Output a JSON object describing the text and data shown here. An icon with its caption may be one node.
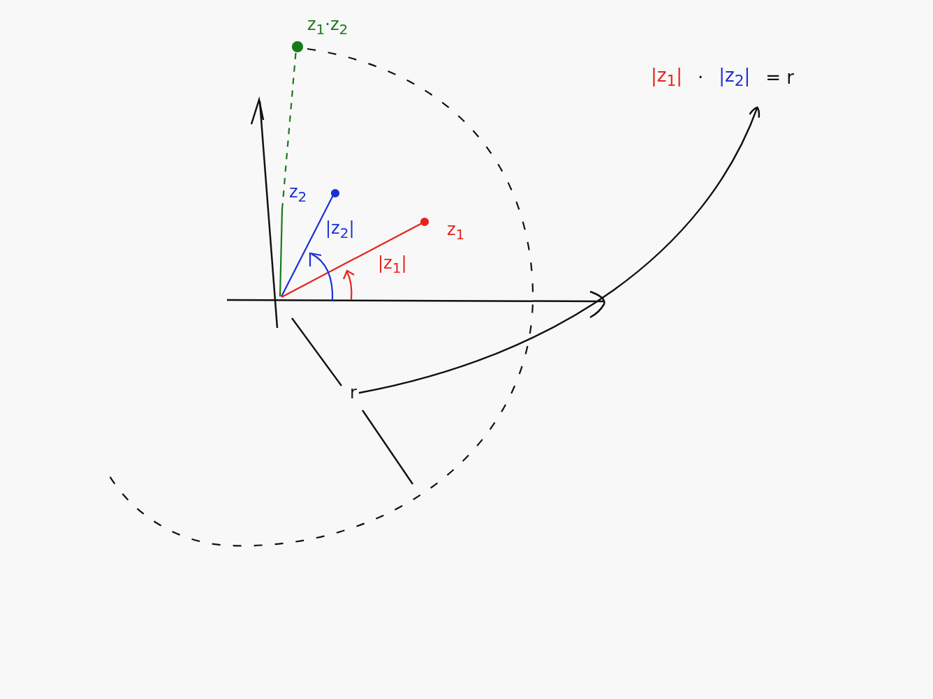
{
  "diagram": {
    "nodes": [
      {
        "text": [
          "|z$_{1}$|",
          "·",
          "|z$_{2}$|",
          "= r"
        ]
      },
      {
        "text": [
          "r"
        ]
      }
    ],
    "edges": [
      {
        "from": 1,
        "to": 0,
        "arrow": "to"
      }
    ],
    "labels": [
      "z$_{1}$·z$_{2}$",
      "z$_{2}$",
      "|z$_{2}$|",
      "z$_{1}$",
      "|z$_{1}$|"
    ]
  }
}
